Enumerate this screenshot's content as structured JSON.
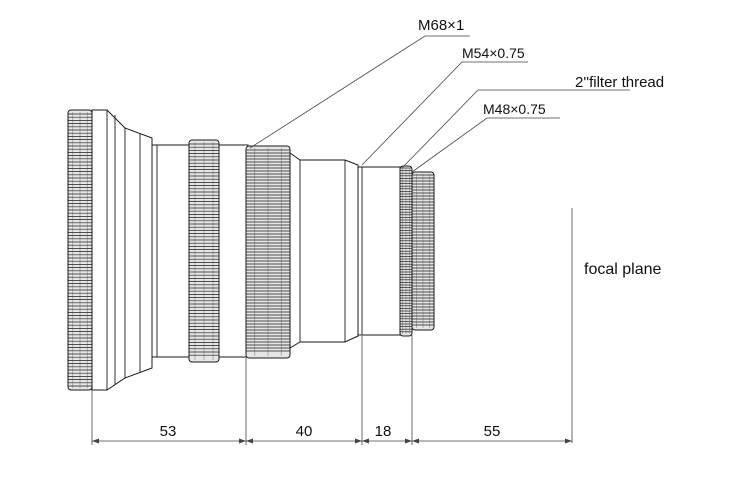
{
  "diagram": {
    "callouts": [
      {
        "id": "m68",
        "label": "M68×1"
      },
      {
        "id": "m54",
        "label": "M54×0.75"
      },
      {
        "id": "filter",
        "label": "2''filter thread"
      },
      {
        "id": "m48",
        "label": "M48×0.75"
      }
    ],
    "focal_plane_label": "focal plane",
    "dimensions": [
      {
        "id": "d1",
        "value": "53"
      },
      {
        "id": "d2",
        "value": "40"
      },
      {
        "id": "d3",
        "value": "18"
      },
      {
        "id": "d4",
        "value": "55"
      }
    ]
  },
  "colors": {
    "line": "#1a1a1a",
    "knurl_fill": "#e6e6e6",
    "background": "#ffffff"
  }
}
